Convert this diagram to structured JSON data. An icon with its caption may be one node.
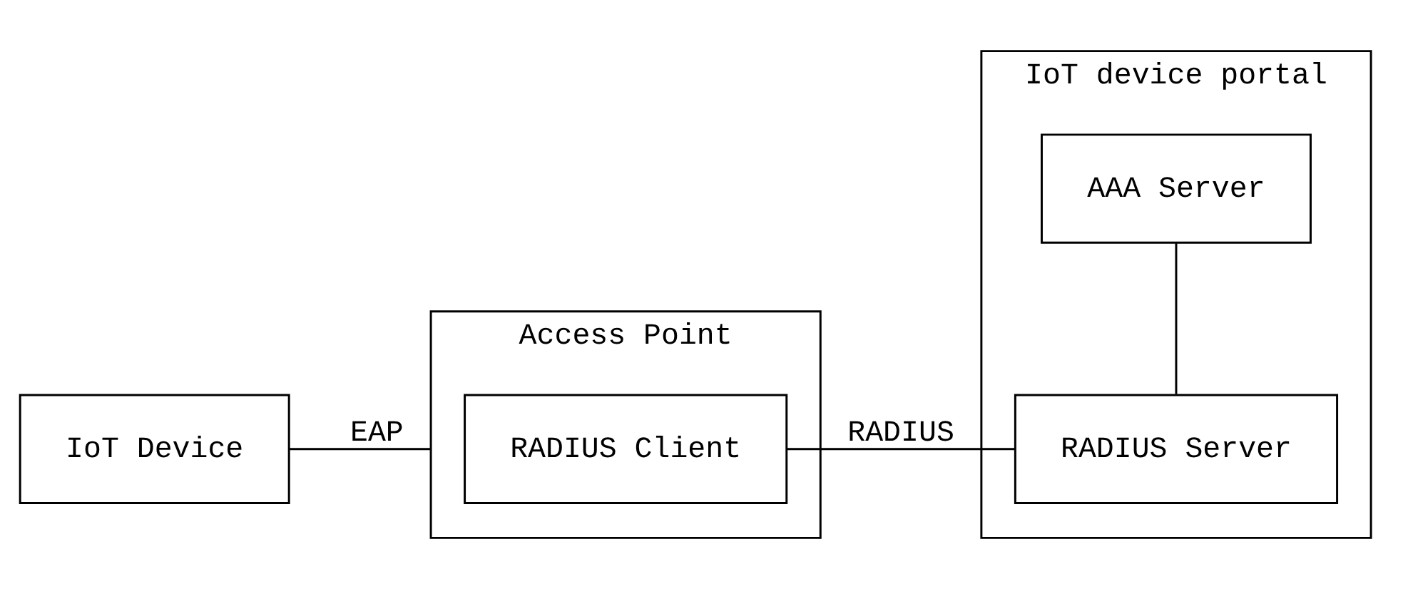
{
  "diagram": {
    "nodes": [
      {
        "text": [
          "IoT Device"
        ]
      },
      {
        "text": [
          "Access Point"
        ]
      },
      {
        "text": [
          "RADIUS Client"
        ],
        "in": 1
      },
      {
        "text": [
          "IoT device portal"
        ]
      },
      {
        "text": [
          "RADIUS Server"
        ],
        "in": 3
      },
      {
        "text": [
          "AAA Server"
        ],
        "in": 3
      }
    ],
    "edges": [
      {
        "from": 0,
        "to": 1,
        "arrow": "none",
        "label": "EAP"
      },
      {
        "from": 2,
        "to": 4,
        "arrow": "none",
        "label": "RADIUS"
      },
      {
        "from": 4,
        "to": 5,
        "arrow": "none"
      }
    ]
  }
}
